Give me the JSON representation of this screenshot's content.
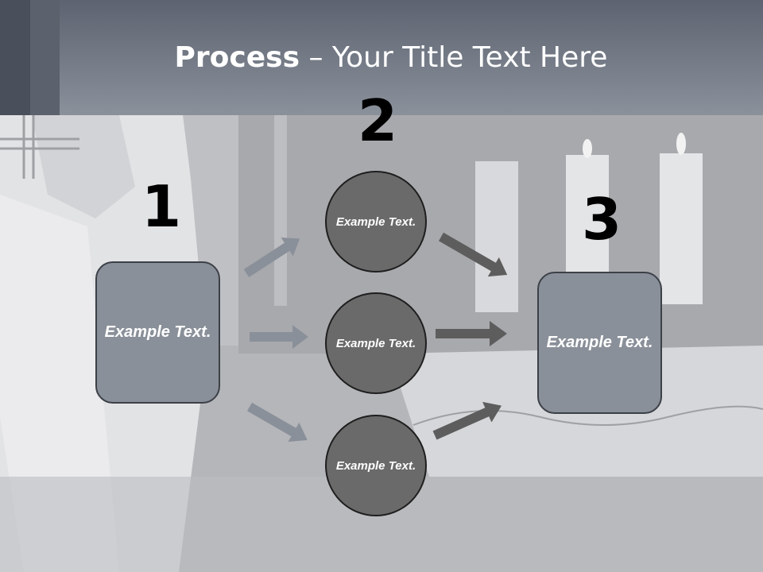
{
  "title": {
    "bold": "Process",
    "rest": " – Your Title Text Here"
  },
  "steps": [
    {
      "number": "1",
      "text": "Example Text."
    },
    {
      "number": "2",
      "items": [
        "Example Text.",
        "Example Text.",
        "Example Text."
      ]
    },
    {
      "number": "3",
      "text": "Example Text."
    }
  ],
  "colors": {
    "header": "#6e7480",
    "box_fill": "#8a9099",
    "circle_fill": "#6a6a6a",
    "arrow_light": "#8a9099",
    "arrow_dark": "#5d5d5d"
  }
}
